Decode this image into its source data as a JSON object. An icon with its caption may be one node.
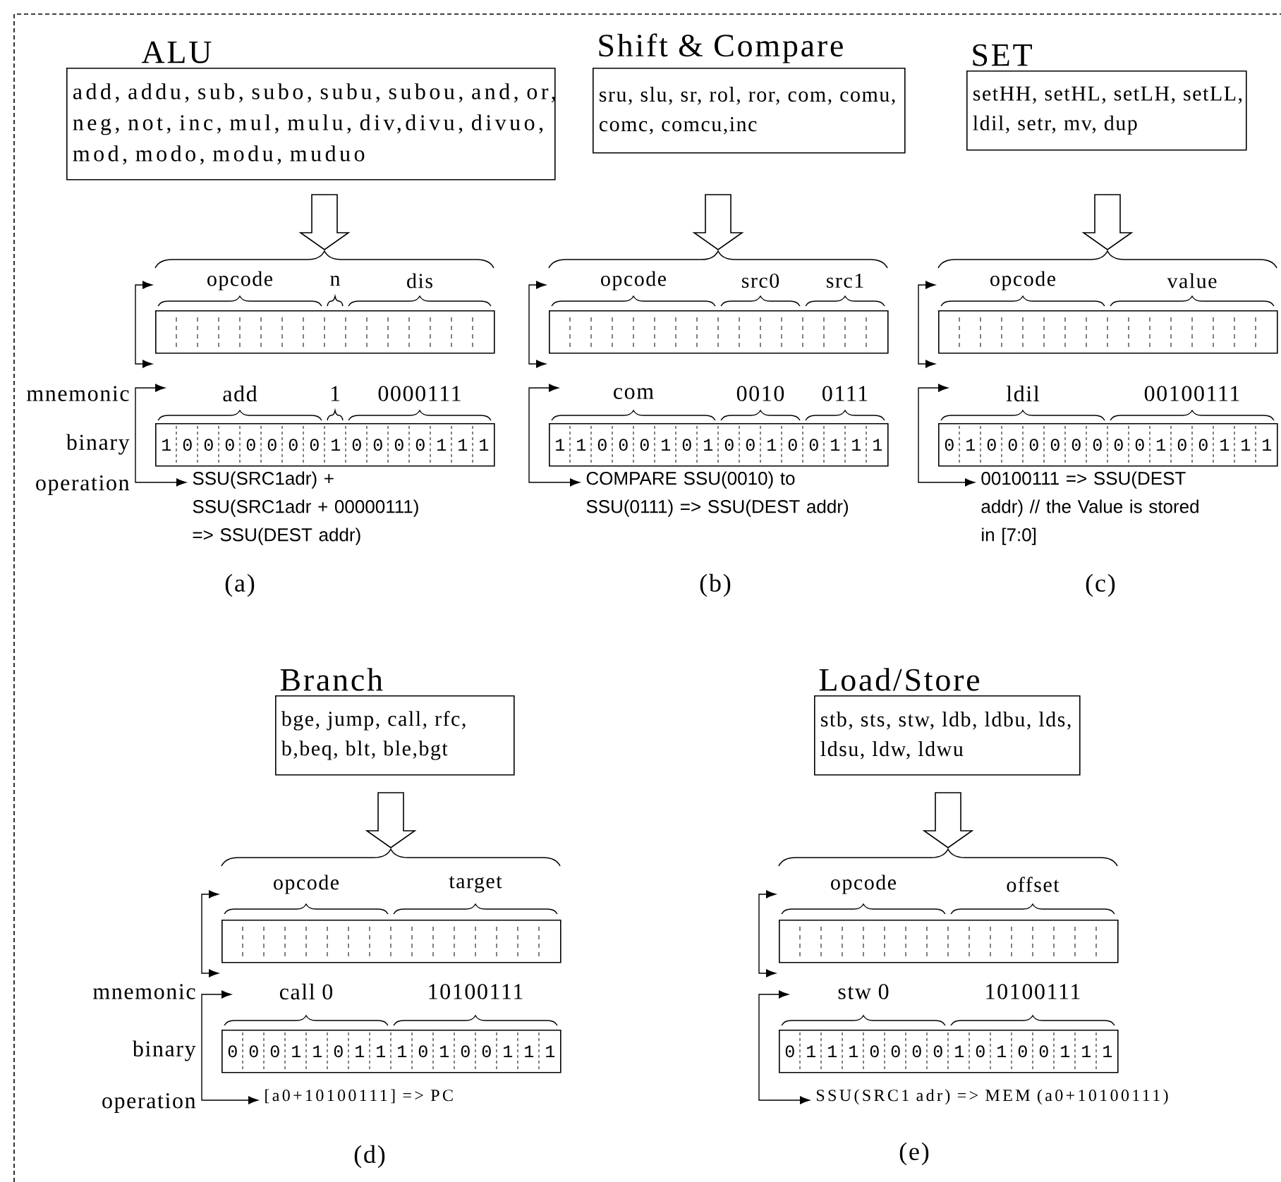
{
  "diagram": {
    "nodes": [
      {
        "text": [
          "ALU",
          "add, addu, sub, subo, subu, subou, and, or, neg, not, inc, mul, mulu, div,divu, divuo, mod, modo, modu, muduo"
        ]
      },
      {
        "text": [],
        "shape": "box"
      },
      {
        "text": [
          "1 0 0 0 0 0 0 0 1 0 0 0 0 1 1 1"
        ]
      },
      {
        "text": [
          "SSU(SRC1adr) + SSU(SRC1adr + 00000111) => SSU(DEST addr)"
        ]
      },
      {
        "text": [
          "Shift & Compare",
          "sru, slu, sr, rol, ror, com, comu, comc, comcu,inc"
        ]
      },
      {
        "text": [],
        "shape": "box"
      },
      {
        "text": [
          "1 1 0 0 0 1 0 1 0 0 1 0 0 1 1 1"
        ]
      },
      {
        "text": [
          "COMPARE SSU(0010) to SSU(0111) => SSU(DEST addr)"
        ]
      },
      {
        "text": [
          "SET",
          "setHH, setHL, setLH, setLL, ldil, setr, mv, dup"
        ]
      },
      {
        "text": [],
        "shape": "box"
      },
      {
        "text": [
          "0 1 0 0 0 0 0 0 0 0 1 0 0 1 1 1"
        ]
      },
      {
        "text": [
          "00100111 => SSU(DEST addr) // the Value is stored in [7:0]"
        ]
      },
      {
        "text": [
          "Branch",
          "bge, jump, call, rfc, b,beq, blt, ble,bgt"
        ]
      },
      {
        "text": [],
        "shape": "box"
      },
      {
        "text": [
          "0 0 0 1 1 0 1 1 1 0 1 0 0 1 1 1"
        ]
      },
      {
        "text": [
          "[a0+10100111] => PC"
        ]
      },
      {
        "text": [
          "Load/Store",
          "stb, sts, stw, ldb, ldbu, lds, ldsu, ldw, ldwu"
        ]
      },
      {
        "text": [],
        "shape": "box"
      },
      {
        "text": [
          "0 1 1 1 0 0 0 0 1 0 1 0 0 1 1 1"
        ]
      },
      {
        "text": [
          "SSU(SRC1 adr) => MEM (a0+10100111)"
        ]
      }
    ],
    "edges": [
      {
        "from": 0,
        "to": 1,
        "arrow": "to",
        "style": "thick"
      },
      {
        "from": null,
        "to": 3,
        "arrow": "both"
      },
      {
        "from": 4,
        "to": 5,
        "arrow": "to",
        "style": "thick"
      },
      {
        "from": null,
        "to": 7,
        "arrow": "both"
      },
      {
        "from": 8,
        "to": 9,
        "arrow": "to",
        "style": "thick"
      },
      {
        "from": null,
        "to": 11,
        "arrow": "both"
      },
      {
        "from": 12,
        "to": 13,
        "arrow": "to",
        "style": "thick"
      },
      {
        "from": null,
        "to": 15,
        "arrow": "both"
      },
      {
        "from": 16,
        "to": 17,
        "arrow": "to",
        "style": "thick"
      },
      {
        "from": null,
        "to": 19,
        "arrow": "both"
      }
    ],
    "labels": [
      "opcode",
      "n",
      "dis",
      "mnemonic",
      "add",
      "1",
      "0000111",
      "binary",
      "operation",
      "(a)",
      "opcode",
      "src0",
      "src1",
      "com",
      "0010",
      "0111",
      "(b)",
      "opcode",
      "value",
      "ldil",
      "00100111",
      "(c)",
      "opcode",
      "target",
      "mnemonic",
      "call 0",
      "10100111",
      "binary",
      "operation",
      "(d)",
      "opcode",
      "offset",
      "stw 0",
      "10100111",
      "(e)"
    ]
  }
}
